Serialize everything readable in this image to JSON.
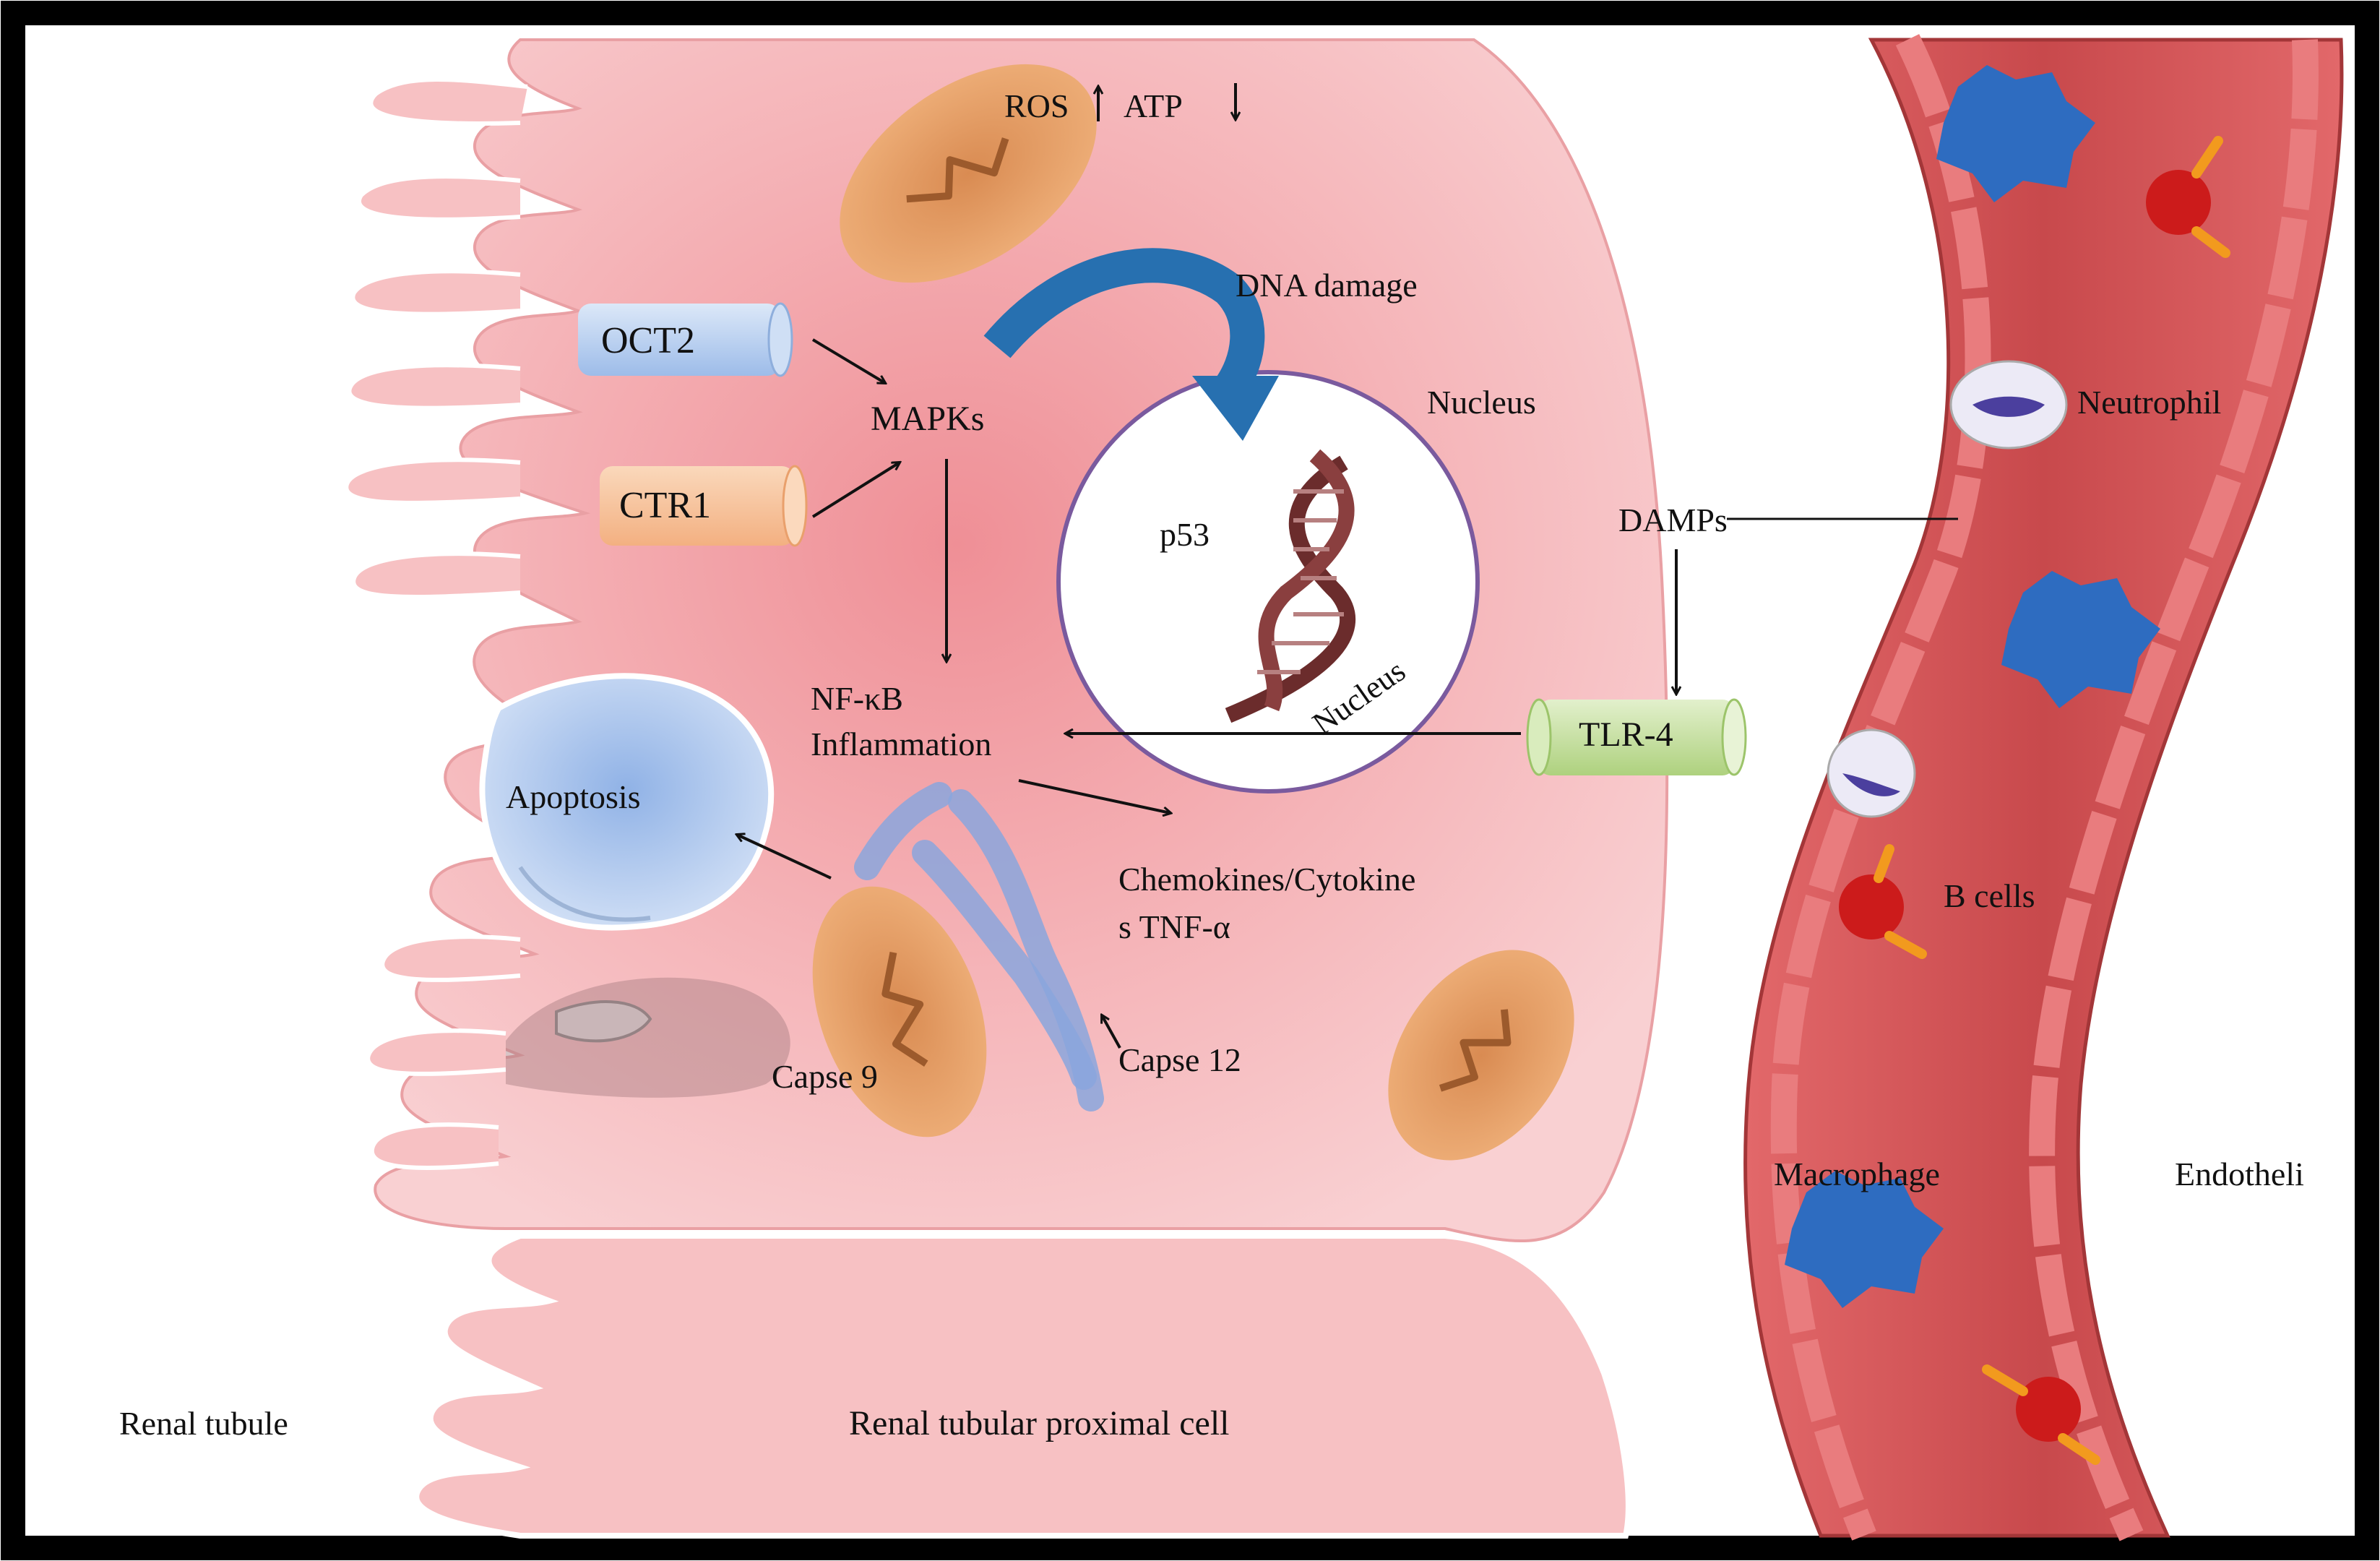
{
  "labels": {
    "ros": "ROS",
    "atp": "ATP",
    "dna_damage": "DNA damage",
    "oct2": "OCT2",
    "ctr1": "CTR1",
    "mapks": "MAPKs",
    "nucleus_top": "Nucleus",
    "nucleus_inner": "Nucleus",
    "p53": "p53",
    "nfkb": "NF-κB",
    "inflammation": "Inflammation",
    "apoptosis": "Apoptosis",
    "chemokines": "Chemokines/Cytokine",
    "tnf": "s TNF-α",
    "capse9": "Capse 9",
    "capse12": "Capse 12",
    "damps": "DAMPs",
    "tlr4": "TLR-4",
    "neutrophil": "Neutrophil",
    "b_cells": "B cells",
    "macrophage": "Macrophage",
    "endotheli": "Endotheli",
    "renal_tubule": "Renal tubule",
    "renal_proximal_cell": "Renal tubular proximal cell"
  },
  "colors": {
    "frame": "#000000",
    "cell_fill": "#f7c1c3",
    "cell_core": "#f09aa0",
    "vessel_wall": "#d9575a",
    "vessel_inner": "#c94a4c",
    "mitochondria": "#e7a269",
    "oct2_fill": "#bcd2f0",
    "ctr1_fill": "#f7c6a1",
    "tlr4_fill": "#c9e3a5",
    "nucleus_border": "#7a5a9e",
    "dna_arrow": "#2770b0",
    "apoptosis_fill": "#b7cdee",
    "immune_blue": "#2e6cc0",
    "bcell_red": "#cc1b1b",
    "bcell_orange": "#f29a1e"
  }
}
